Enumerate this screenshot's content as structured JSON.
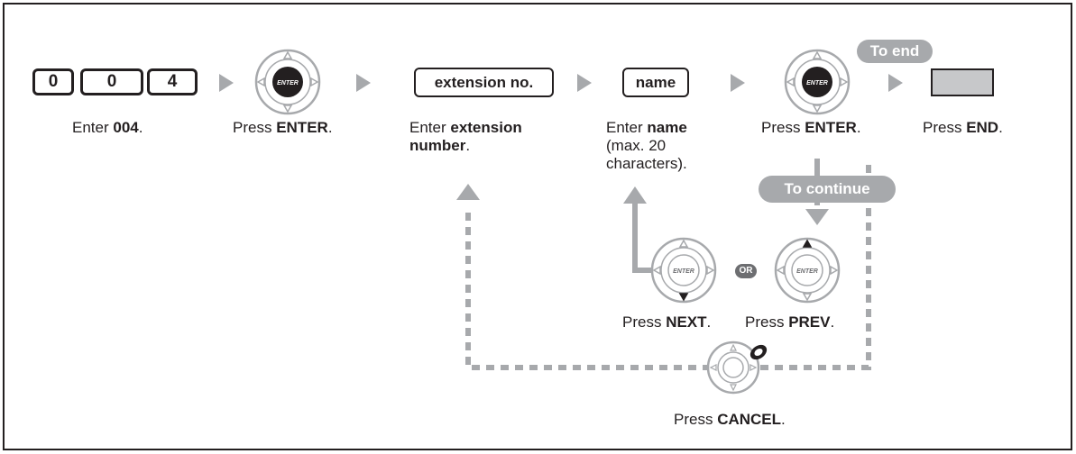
{
  "digits": [
    "0",
    "0",
    "4"
  ],
  "boxes": {
    "extension": "extension no.",
    "name": "name"
  },
  "badges": {
    "to_end": "To end",
    "to_continue": "To continue",
    "or": "OR"
  },
  "button_text": {
    "enter": "ENTER"
  },
  "steps": {
    "s1": {
      "pre": "Enter ",
      "bold": "004",
      "post": "."
    },
    "s2": {
      "pre": "Press ",
      "bold": "ENTER",
      "post": "."
    },
    "s3": {
      "l1_pre": "Enter ",
      "l1_bold": "extension",
      "l2_bold": "number",
      "l2_post": "."
    },
    "s4": {
      "l1_pre": "Enter ",
      "l1_bold": "name",
      "l2": "(max. 20",
      "l3": "characters)."
    },
    "s5": {
      "pre": "Press ",
      "bold": "ENTER",
      "post": "."
    },
    "s6": {
      "pre": "Press ",
      "bold": "END",
      "post": "."
    },
    "next": {
      "pre": "Press ",
      "bold": "NEXT",
      "post": "."
    },
    "prev": {
      "pre": "Press ",
      "bold": "PREV",
      "post": "."
    },
    "cancel": {
      "pre": "Press ",
      "bold": "CANCEL",
      "post": "."
    }
  }
}
